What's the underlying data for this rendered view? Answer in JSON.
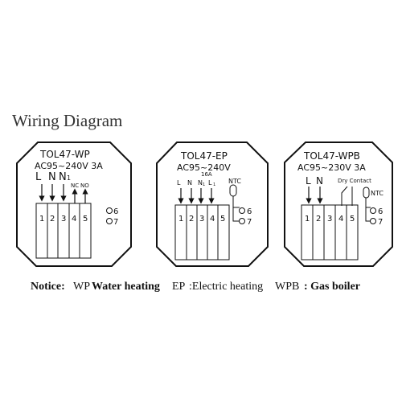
{
  "title": "Wiring Diagram",
  "devices": [
    {
      "model": "TOL47-WP",
      "rating": "AC95~240V  3A",
      "top_labels": [
        "L",
        "N",
        "N",
        "1",
        "NC",
        "NO"
      ],
      "terminals": [
        "1",
        "2",
        "3",
        "4",
        "5"
      ],
      "extra_terminals": [
        "6",
        "7"
      ]
    },
    {
      "model": "TOL47-EP",
      "rating": "AC95~240V",
      "current": "16A",
      "top_labels": [
        "L",
        "N",
        "N",
        "1",
        "L",
        "1"
      ],
      "sensor": "NTC",
      "terminals": [
        "1",
        "2",
        "3",
        "4",
        "5"
      ],
      "extra_terminals": [
        "6",
        "7"
      ]
    },
    {
      "model": "TOL47-WPB",
      "rating": "AC95~230V  3A",
      "top_labels": [
        "L",
        "N"
      ],
      "contact": "Dry Contact",
      "sensor": "NTC",
      "terminals": [
        "1",
        "2",
        "3",
        "4",
        "5"
      ],
      "extra_terminals": [
        "6",
        "7"
      ]
    }
  ],
  "notice": {
    "lead": "Notice:",
    "wp_code": "WP",
    "wp_text": "Water heating",
    "ep_code": "EP",
    "ep_text": ":Electric heating",
    "wpb_code": "WPB",
    "wpb_text": ": Gas boiler"
  }
}
